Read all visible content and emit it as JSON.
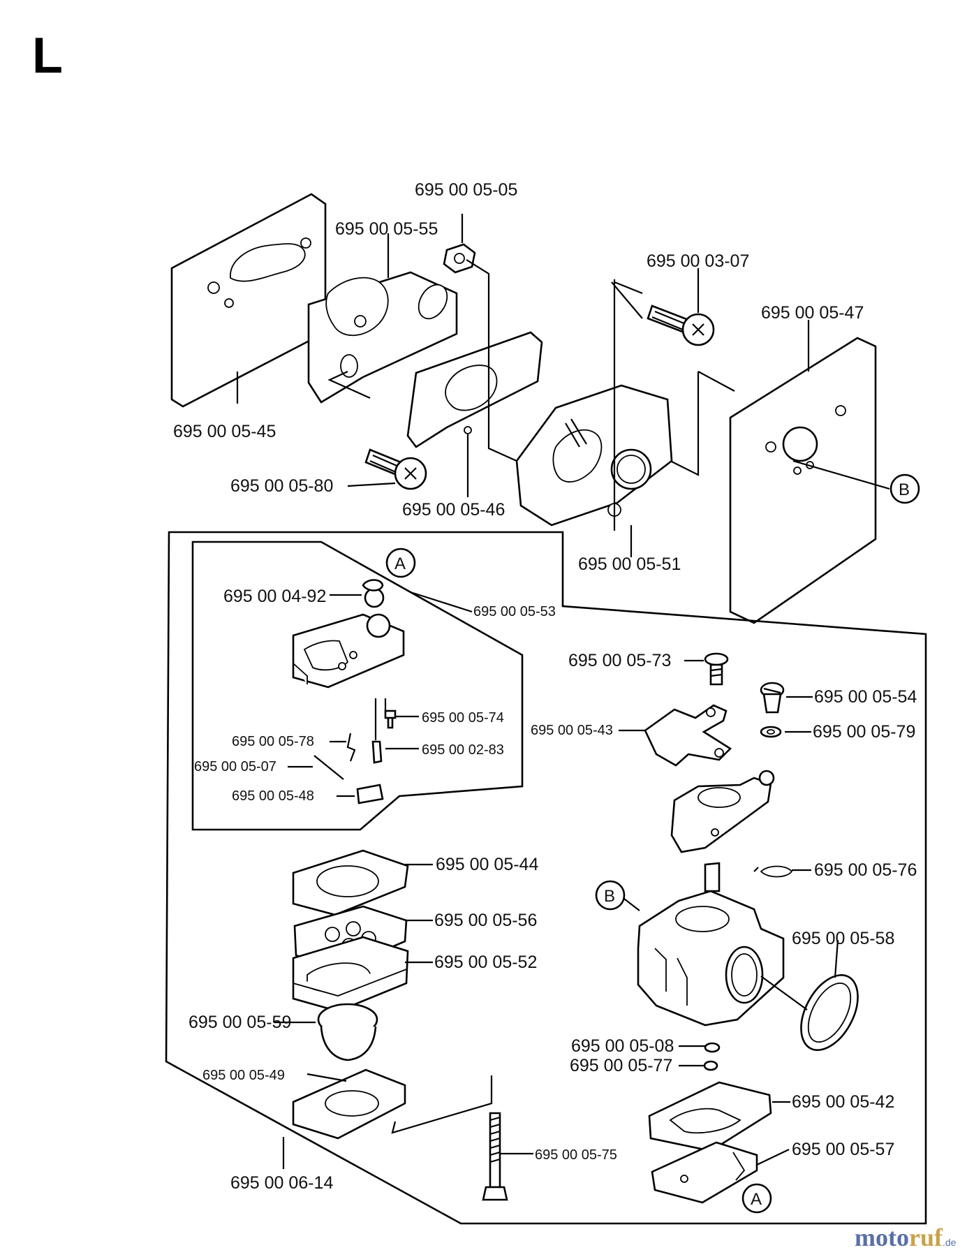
{
  "page_letter": "L",
  "labels": {
    "p0505": "695 00 05-05",
    "p0555": "695 00 05-55",
    "p0307": "695 00 03-07",
    "p0547": "695 00 05-47",
    "p0545": "695 00 05-45",
    "p0580": "695 00 05-80",
    "p0546": "695 00 05-46",
    "p0551": "695 00 05-51",
    "p0492": "695 00 04-92",
    "p0553": "695 00 05-53",
    "p0573": "695 00 05-73",
    "p0554": "695 00 05-54",
    "p0574": "695 00 05-74",
    "p0543": "695 00 05-43",
    "p0579": "695 00 05-79",
    "p0578": "695 00 05-78",
    "p0283": "695 00 02-83",
    "p0507": "695 00 05-07",
    "p0548": "695 00 05-48",
    "p0544": "695 00 05-44",
    "p0576": "695 00 05-76",
    "p0556": "695 00 05-56",
    "p0558": "695 00 05-58",
    "p0552": "695 00 05-52",
    "p0559": "695 00 05-59",
    "p0508": "695 00 05-08",
    "p0577": "695 00 05-77",
    "p0549": "695 00 05-49",
    "p0542": "695 00 05-42",
    "p0575": "695 00 05-75",
    "p0557": "695 00 05-57",
    "p0614": "695 00 06-14"
  },
  "callouts": {
    "a": "A",
    "b": "B"
  },
  "brand": {
    "part1": "moto",
    "part2": "ruf",
    "suffix": ".de"
  }
}
